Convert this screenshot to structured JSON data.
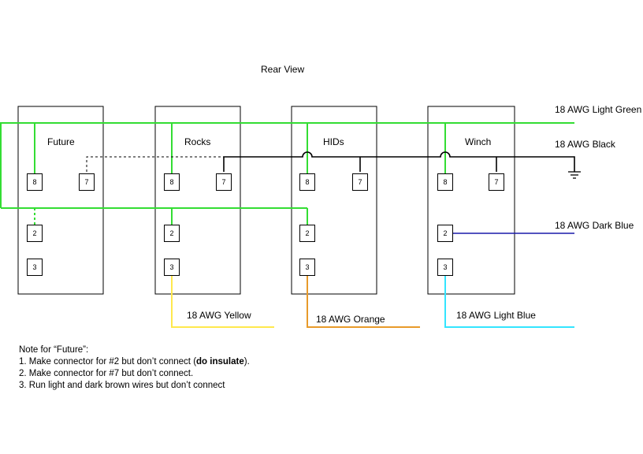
{
  "title": "Rear View",
  "switches": [
    {
      "name": "Future",
      "pins": [
        "8",
        "7",
        "2",
        "3"
      ]
    },
    {
      "name": "Rocks",
      "pins": [
        "8",
        "7",
        "2",
        "3"
      ]
    },
    {
      "name": "HIDs",
      "pins": [
        "8",
        "7",
        "2",
        "3"
      ]
    },
    {
      "name": "Winch",
      "pins": [
        "8",
        "7",
        "2",
        "3"
      ]
    }
  ],
  "wires": {
    "light_green": {
      "label": "18 AWG Light Green",
      "color": "#33dd33"
    },
    "black": {
      "label": "18 AWG Black",
      "color": "#000000"
    },
    "dark_blue": {
      "label": "18 AWG Dark Blue",
      "color": "#1a1aaa"
    },
    "yellow": {
      "label": "18 AWG Yellow",
      "color": "#ffe94d"
    },
    "orange": {
      "label": "18 AWG Orange",
      "color": "#e89a2a"
    },
    "light_blue": {
      "label": "18 AWG Light Blue",
      "color": "#33e5ff"
    }
  },
  "note": {
    "heading": "Note for “Future”:",
    "line1_pre": "1. Make connector for #2 but don’t connect (",
    "line1_bold": "do insulate",
    "line1_post": ").",
    "line2": "2. Make connector for #7 but don’t connect.",
    "line3": "3. Run light and dark brown wires but don’t connect"
  }
}
